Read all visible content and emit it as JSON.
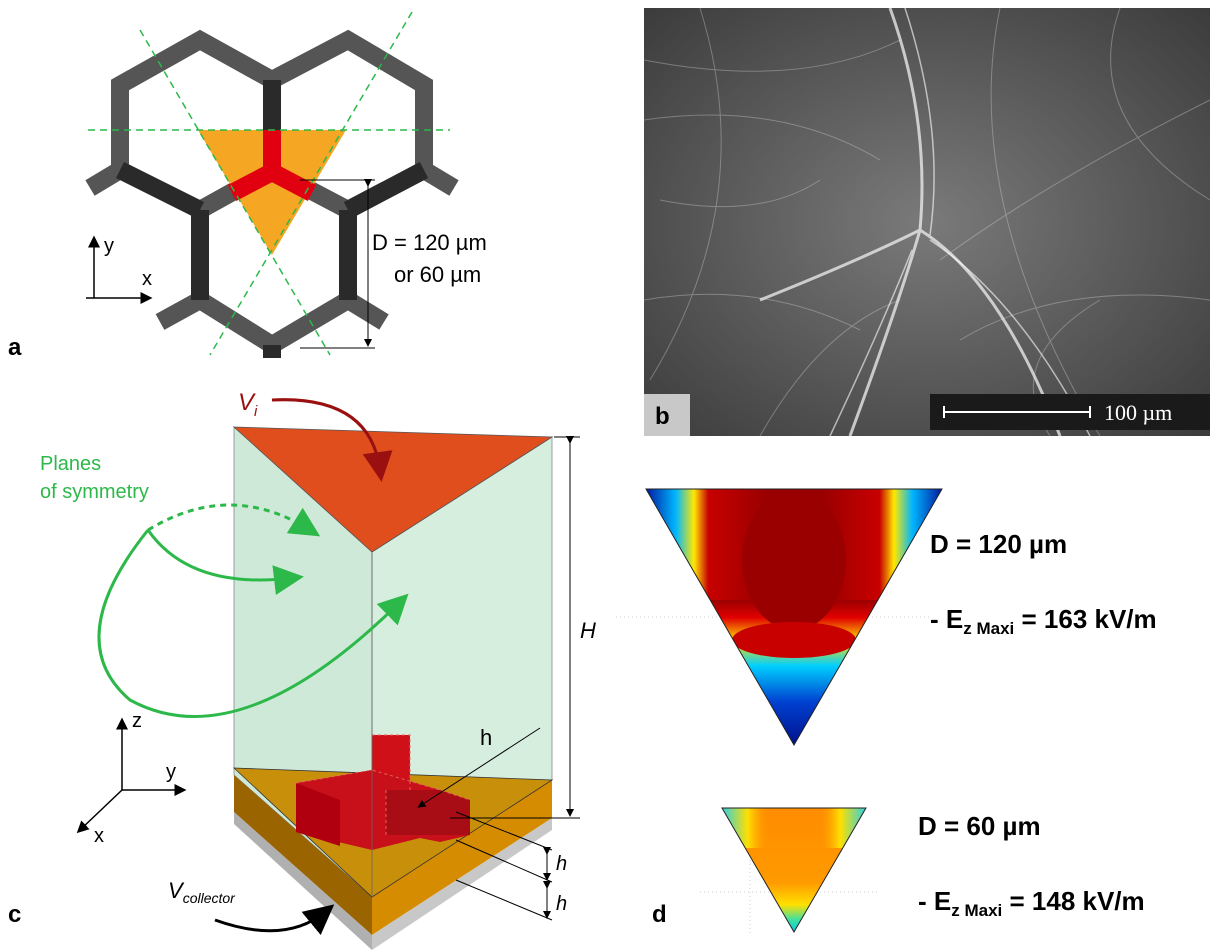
{
  "panel_a": {
    "label": "a",
    "dimension": "D = 120 µm",
    "dimension_alt": "or 60 µm",
    "axis_y": "y",
    "axis_x": "x"
  },
  "panel_b": {
    "label": "b",
    "scale_bar": "100 µm"
  },
  "panel_c": {
    "label": "c",
    "v_i_main": "V",
    "v_i_sub": "i",
    "planes_line1": "Planes",
    "planes_line2": "of symmetry",
    "height_H": "H",
    "height_h_diag": "h",
    "height_h1": "h",
    "height_h2": "h",
    "v_coll_main": "V",
    "v_coll_sub": "collector",
    "axis_z": "z",
    "axis_y": "y",
    "axis_x": "x"
  },
  "panel_d": {
    "label": "d",
    "sim1_d": "D = 120 µm",
    "sim1_prefix": "- E",
    "sim1_sub": "z Maxi",
    "sim1_value": " = 163 kV/m",
    "sim2_d": "D = 60 µm",
    "sim2_prefix": "- E",
    "sim2_sub": "z Maxi",
    "sim2_value": " = 148 kV/m"
  },
  "colors": {
    "honeycomb_dark": "#2a2a2a",
    "honeycomb_gray": "#555555",
    "triangle_fill": "#f5a623",
    "pillar_red": "#e00010",
    "plane_green": "#2db84a",
    "prism_fill": "#cfe9d9",
    "top_face": "#e04e1e",
    "base_gold": "#c8900a",
    "block_red": "#c8101a"
  }
}
